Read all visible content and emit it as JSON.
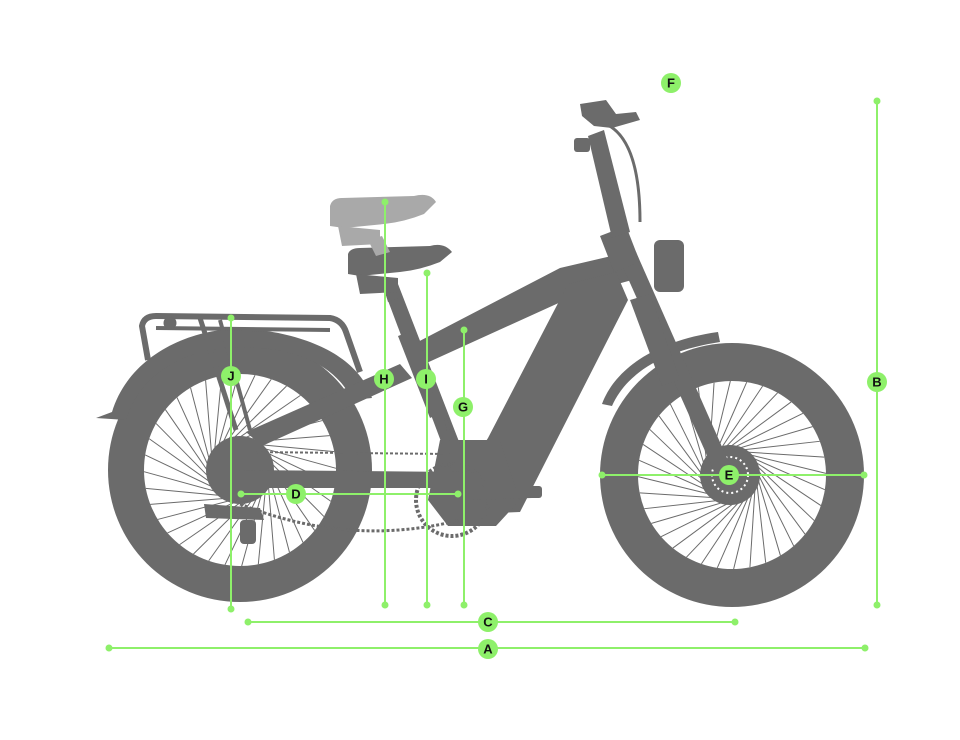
{
  "colors": {
    "background": "#ffffff",
    "bike": "#6b6b6b",
    "ghost_seat": "#a9a9a9",
    "dimension": "#8ef06a",
    "label_text": "#111111"
  },
  "labels": {
    "A": "A",
    "B": "B",
    "C": "C",
    "D": "D",
    "E": "E",
    "F": "F",
    "G": "G",
    "H": "H",
    "I": "I",
    "J": "J"
  }
}
